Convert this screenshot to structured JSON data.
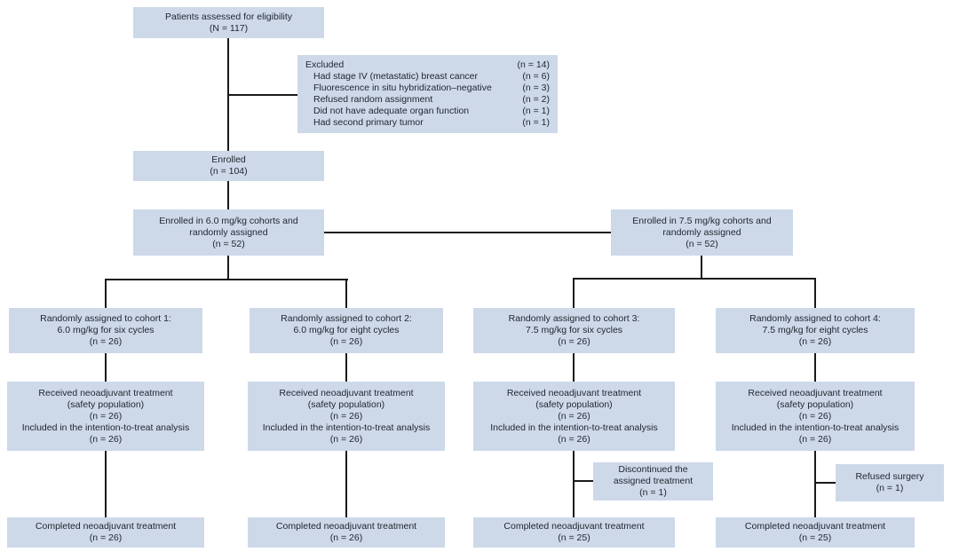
{
  "figure": {
    "type": "consort-flow-diagram",
    "colors": {
      "box_fill": "#cdd9e9",
      "line": "#1a1a1a",
      "text": "#1f242e",
      "background": "#ffffff"
    }
  },
  "boxes": {
    "eligibility": {
      "lines": [
        "Patients assessed for eligibility",
        "(N = 117)"
      ]
    },
    "excluded": {
      "title": "Excluded",
      "title_n": "(n = 14)",
      "reasons": [
        {
          "label": "Had stage IV (metastatic) breast cancer",
          "n": "(n = 6)"
        },
        {
          "label": "Fluorescence in situ hybridization–negative",
          "n": "(n = 3)"
        },
        {
          "label": "Refused random assignment",
          "n": "(n = 2)"
        },
        {
          "label": "Did not have adequate organ function",
          "n": "(n = 1)"
        },
        {
          "label": "Had second primary tumor",
          "n": "(n = 1)"
        }
      ]
    },
    "enrolled": {
      "lines": [
        "Enrolled",
        "(n = 104)"
      ]
    },
    "enrolled_6_0": {
      "lines": [
        "Enrolled in 6.0 mg/kg cohorts and",
        "randomly assigned",
        "(n = 52)"
      ]
    },
    "enrolled_7_5": {
      "lines": [
        "Enrolled in 7.5 mg/kg cohorts and",
        "randomly assigned",
        "(n = 52)"
      ]
    },
    "cohort1": {
      "lines": [
        "Randomly assigned to cohort 1:",
        "6.0 mg/kg for six cycles",
        "(n = 26)"
      ]
    },
    "cohort2": {
      "lines": [
        "Randomly assigned to cohort 2:",
        "6.0 mg/kg for eight cycles",
        "(n = 26)"
      ]
    },
    "cohort3": {
      "lines": [
        "Randomly assigned to cohort 3:",
        "7.5 mg/kg for six cycles",
        "(n = 26)"
      ]
    },
    "cohort4": {
      "lines": [
        "Randomly assigned to cohort 4:",
        "7.5 mg/kg for eight cycles",
        "(n = 26)"
      ]
    },
    "received1": {
      "lines": [
        "Received neoadjuvant treatment",
        "(safety population)",
        "(n = 26)",
        "Included in the intention-to-treat analysis",
        "(n = 26)"
      ]
    },
    "received2": {
      "lines": [
        "Received neoadjuvant treatment",
        "(safety population)",
        "(n = 26)",
        "Included in the intention-to-treat analysis",
        "(n = 26)"
      ]
    },
    "received3": {
      "lines": [
        "Received neoadjuvant treatment",
        "(safety population)",
        "(n = 26)",
        "Included in the intention-to-treat analysis",
        "(n = 26)"
      ]
    },
    "received4": {
      "lines": [
        "Received neoadjuvant treatment",
        "(safety population)",
        "(n = 26)",
        "Included in the intention-to-treat analysis",
        "(n = 26)"
      ]
    },
    "discontinued": {
      "lines": [
        "Discontinued the",
        "assigned treatment",
        "(n = 1)"
      ]
    },
    "refused_surgery": {
      "lines": [
        "Refused surgery",
        "(n = 1)"
      ]
    },
    "completed1": {
      "lines": [
        "Completed neoadjuvant treatment",
        "(n = 26)"
      ]
    },
    "completed2": {
      "lines": [
        "Completed neoadjuvant treatment",
        "(n = 26)"
      ]
    },
    "completed3": {
      "lines": [
        "Completed neoadjuvant treatment",
        "(n = 25)"
      ]
    },
    "completed4": {
      "lines": [
        "Completed neoadjuvant treatment",
        "(n = 25)"
      ]
    }
  }
}
